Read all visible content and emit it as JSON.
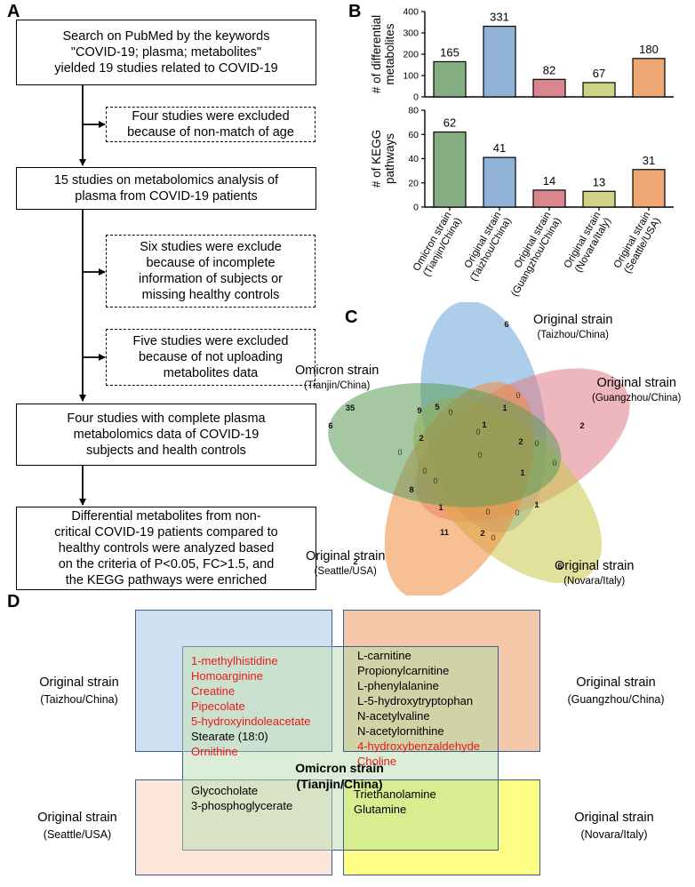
{
  "panels": {
    "a": "A",
    "b": "B",
    "c": "C",
    "d": "D"
  },
  "flowchart": {
    "box1": [
      "Search on PubMed by the keywords",
      "\"COVID-19; plasma; metabolites\"",
      "yielded 19 studies related to COVID-19"
    ],
    "excl1": [
      "Four studies were excluded",
      "because of non-match of age"
    ],
    "box2": [
      "15 studies on metabolomics analysis of",
      "plasma from COVID-19 patients"
    ],
    "excl2": [
      "Six studies were exclude",
      "because of incomplete",
      "information of subjects or",
      "missing healthy controls"
    ],
    "excl3": [
      "Five studies were excluded",
      "because of not uploading",
      "metabolites data"
    ],
    "box3": [
      "Four studies with complete plasma",
      "metabolomics data of COVID-19",
      "subjects and health controls"
    ],
    "box4": [
      "Differential metabolites from non-",
      "critical COVID-19 patients compared to",
      "healthy controls were analyzed based",
      "on the criteria of P<0.05, FC>1.5, and",
      "the KEGG pathways were enriched"
    ]
  },
  "chart_data": [
    {
      "type": "bar",
      "ylabel": [
        "# of differential",
        "metabolites"
      ],
      "categories": [
        "Omicron strain (Tianjin/China)",
        "Original strain (Taizhou/China)",
        "Original strain (Guangzhou/China)",
        "Original strain (Novara/Italy)",
        "Original strain (Seattle/USA)"
      ],
      "values": [
        165,
        331,
        82,
        67,
        180
      ],
      "ylim": [
        0,
        400
      ],
      "yticks": [
        0,
        100,
        200,
        300,
        400
      ],
      "colors": [
        "#85ad82",
        "#8fb2d6",
        "#d9868e",
        "#cfd385",
        "#eea673"
      ]
    },
    {
      "type": "bar",
      "ylabel": [
        "# of KEGG",
        "pathways"
      ],
      "categories": [
        "Omicron strain (Tianjin/China)",
        "Original strain (Taizhou/China)",
        "Original strain (Guangzhou/China)",
        "Original strain (Novara/Italy)",
        "Original strain (Seattle/USA)"
      ],
      "values": [
        62,
        41,
        14,
        13,
        31
      ],
      "ylim": [
        0,
        80
      ],
      "yticks": [
        0,
        20,
        40,
        60,
        80
      ],
      "colors": [
        "#85ad82",
        "#8fb2d6",
        "#d9868e",
        "#cfd385",
        "#eea673"
      ]
    }
  ],
  "xlabels": [
    [
      "Omicron strain",
      "(Tianjin/China)"
    ],
    [
      "Original strain",
      "(Taizhou/China)"
    ],
    [
      "Original strain",
      "(Guangzhou/China)"
    ],
    [
      "Original strain",
      "(Novara/Italy)"
    ],
    [
      "Original strain",
      "(Seattle/USA)"
    ]
  ],
  "venn": {
    "labels": {
      "omicron": [
        "Omicron strain",
        "(Tianjin/China)"
      ],
      "taizhou": [
        "Original strain",
        "(Taizhou/China)"
      ],
      "guangzhou": [
        "Original strain",
        "(Guangzhou/China)"
      ],
      "seattle": [
        "Original strain",
        "(Seattle/USA)"
      ],
      "novara": [
        "Original strain",
        "(Novara/Italy)"
      ]
    },
    "counts": [
      {
        "v": "6",
        "bold": true
      },
      {
        "v": "2",
        "bold": true
      },
      {
        "v": "6",
        "bold": true
      },
      {
        "v": "2",
        "bold": true
      },
      {
        "v": "6",
        "bold": true
      },
      {
        "v": "35",
        "bold": true
      },
      {
        "v": "0",
        "bold": false
      },
      {
        "v": "1",
        "bold": true
      },
      {
        "v": "2",
        "bold": true
      },
      {
        "v": "5",
        "bold": true
      },
      {
        "v": "9",
        "bold": true
      },
      {
        "v": "0",
        "bold": false
      },
      {
        "v": "1",
        "bold": true
      },
      {
        "v": "0",
        "bold": false
      },
      {
        "v": "2",
        "bold": true
      },
      {
        "v": "0",
        "bold": false
      },
      {
        "v": "0",
        "bold": false
      },
      {
        "v": "0",
        "bold": false
      },
      {
        "v": "0",
        "bold": false
      },
      {
        "v": "1",
        "bold": true
      },
      {
        "v": "0",
        "bold": false
      },
      {
        "v": "8",
        "bold": true
      },
      {
        "v": "0",
        "bold": false
      },
      {
        "v": "1",
        "bold": true
      },
      {
        "v": "0",
        "bold": false
      },
      {
        "v": "1",
        "bold": true
      },
      {
        "v": "11",
        "bold": true
      },
      {
        "v": "2",
        "bold": true
      },
      {
        "v": "0",
        "bold": false
      },
      {
        "v": "0",
        "bold": false
      }
    ]
  },
  "panel_d": {
    "label_taizhou": [
      "Original strain",
      "(Taizhou/China)"
    ],
    "label_guangzhou": [
      "Original strain",
      "(Guangzhou/China)"
    ],
    "label_seattle": [
      "Original strain",
      "(Seattle/USA)"
    ],
    "label_novara": [
      "Original strain",
      "(Novara/Italy)"
    ],
    "omicron_title": [
      "Omicron strain",
      "(Tianjin/China)"
    ],
    "taizhou_list": [
      {
        "t": "1-methylhistidine",
        "red": true
      },
      {
        "t": "Homoarginine",
        "red": true
      },
      {
        "t": "Creatine",
        "red": true
      },
      {
        "t": "Pipecolate",
        "red": true
      },
      {
        "t": "5-hydroxyindoleacetate",
        "red": true
      },
      {
        "t": "Stearate (18:0)",
        "red": false
      },
      {
        "t": "Ornithine",
        "red": true
      }
    ],
    "guangzhou_list": [
      {
        "t": "L-carnitine",
        "red": false
      },
      {
        "t": "Propionylcarnitine",
        "red": false
      },
      {
        "t": "L-phenylalanine",
        "red": false
      },
      {
        "t": "L-5-hydroxytryptophan",
        "red": false
      },
      {
        "t": "N-acetylvaline",
        "red": false
      },
      {
        "t": "N-acetylornithine",
        "red": false
      },
      {
        "t": "4-hydroxybenzaldehyde",
        "red": true
      },
      {
        "t": "Choline",
        "red": true
      }
    ],
    "seattle_list": [
      "Glycocholate",
      "3-phosphoglycerate"
    ],
    "novara_list": [
      "Triethanolamine",
      "Glutamine"
    ]
  }
}
